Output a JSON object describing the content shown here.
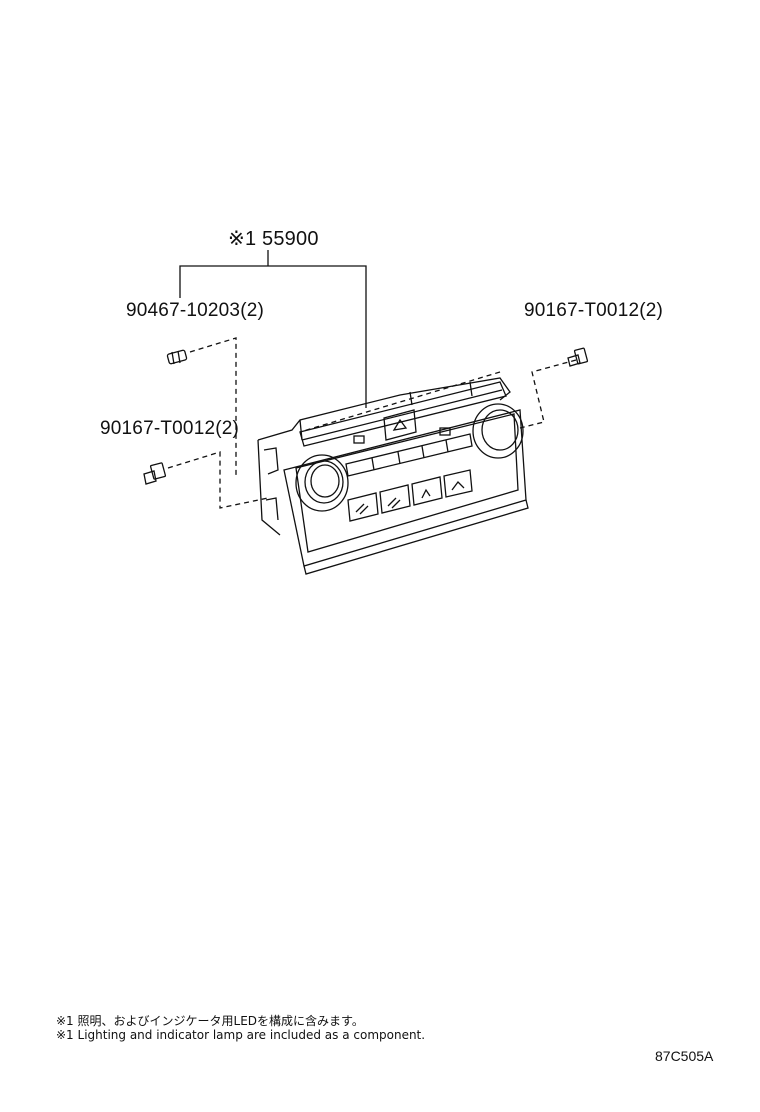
{
  "parts": {
    "main_assembly": "※1 55900",
    "screw_top_left": "90467-10203(2)",
    "screw_top_right": "90167-T0012(2)",
    "screw_left": "90167-T0012(2)"
  },
  "notes": {
    "jp": "※1 照明、およびインジケータ用LEDを構成に含みます。",
    "en": "※1 Lighting and indicator lamp are included as a component."
  },
  "diagram_code": "87C505A",
  "colors": {
    "line": "#111111",
    "background": "#ffffff"
  }
}
